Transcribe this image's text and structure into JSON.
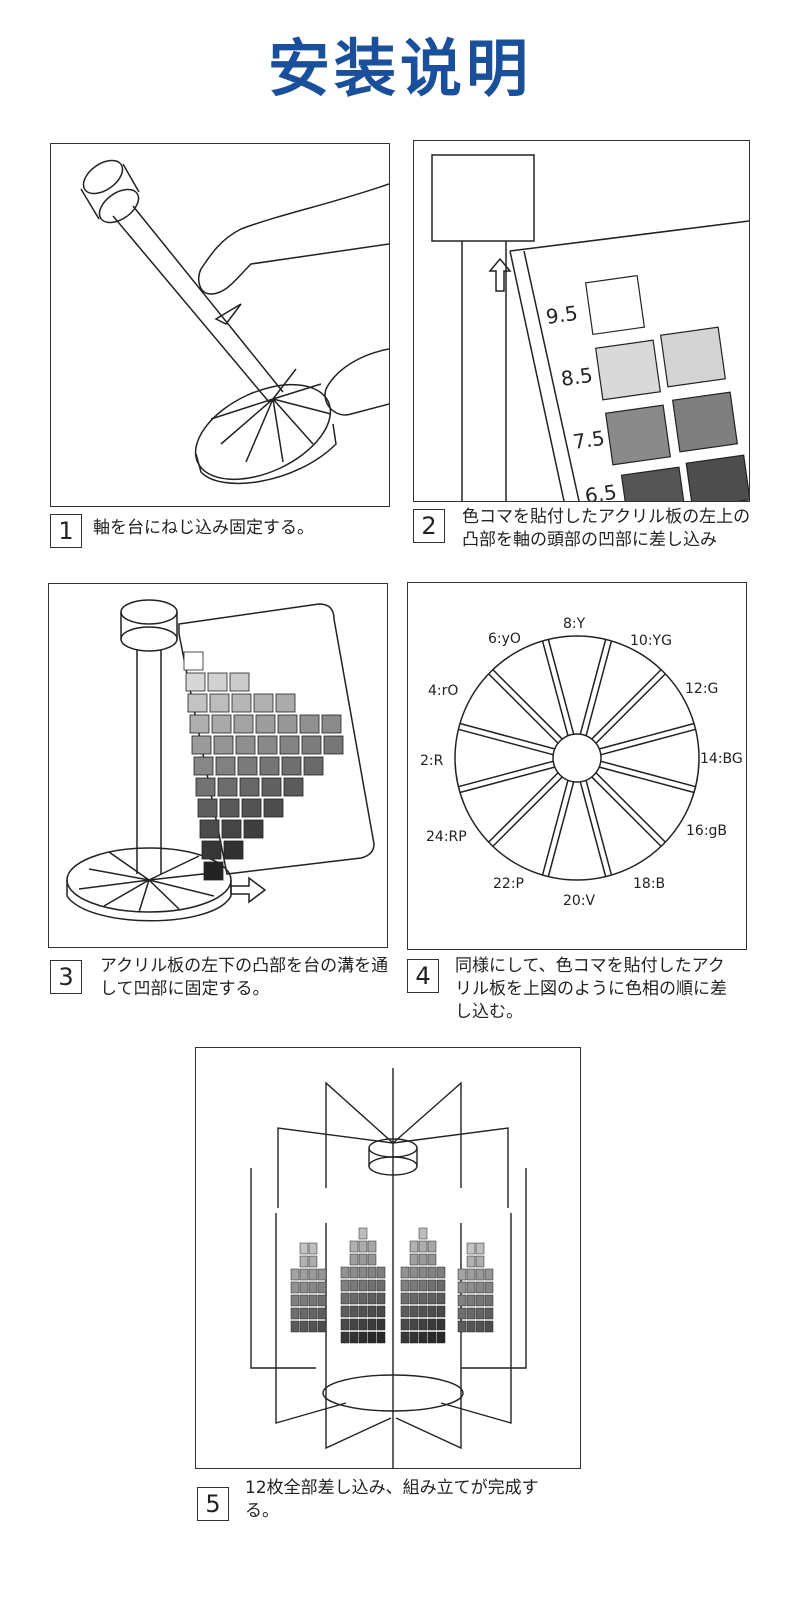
{
  "title": "安装说明",
  "steps": [
    {
      "number": "1",
      "caption": "軸を台にねじ込み固定する。"
    },
    {
      "number": "2",
      "caption": "色コマを貼付したアクリル板の左上の凸部を軸の頭部の凹部に差し込み"
    },
    {
      "number": "3",
      "caption": "アクリル板の左下の凸部を台の溝を通して凹部に固定する。"
    },
    {
      "number": "4",
      "caption": "同様にして、色コマを貼付したアクリル板を上図のように色相の順に差し込む。"
    },
    {
      "number": "5",
      "caption": "12枚全部差し込み、組み立てが完成する。"
    }
  ],
  "panel2_values": [
    "9.5",
    "8.5",
    "7.5",
    "6.5"
  ],
  "hue_labels": [
    "8:Y",
    "10:YG",
    "12:G",
    "14:BG",
    "16:gB",
    "18:B",
    "20:V",
    "22:P",
    "24:RP",
    "2:R",
    "4:rO",
    "6:yO"
  ]
}
